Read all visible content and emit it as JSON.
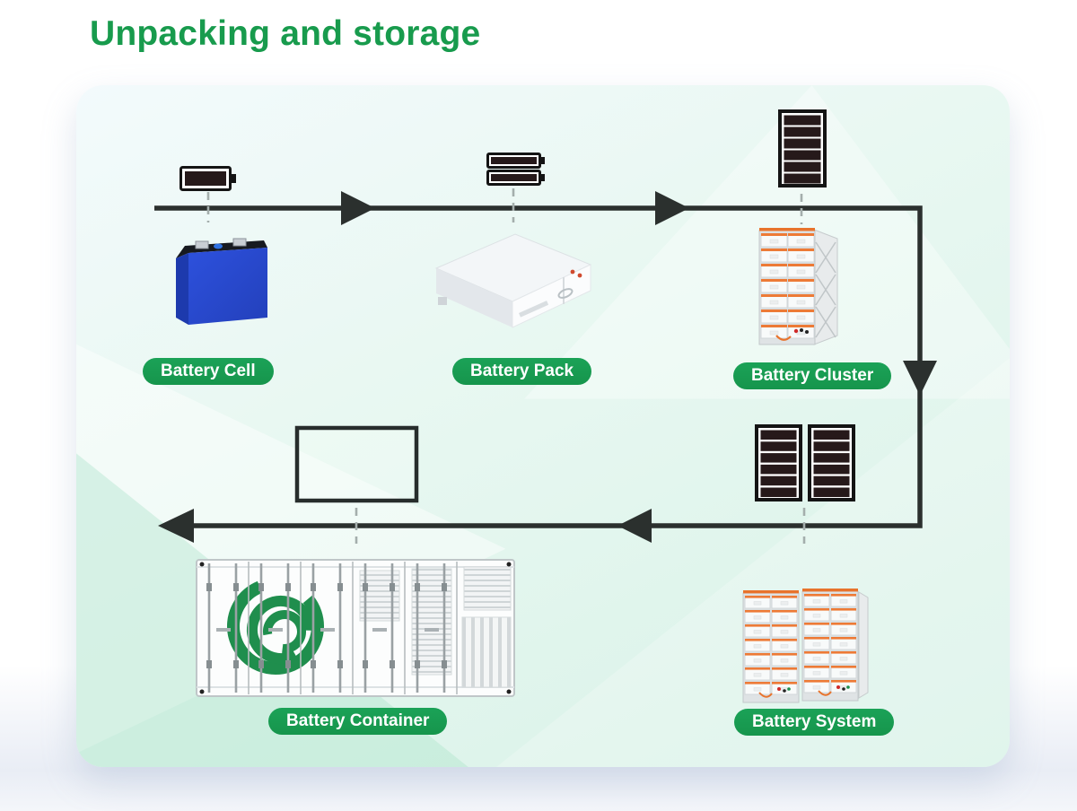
{
  "title": {
    "text": "Unpacking and storage",
    "color": "#189b4d"
  },
  "colors": {
    "pill_green": "#18994f",
    "flow_line": "#2b302e",
    "battery_icon_fill": "#26191a",
    "cell_blue": "#2a4cd6",
    "rack_accent_orange": "#ed7a36",
    "container_logo_green": "#1f8e4d",
    "card_mint": "#d8f2e7"
  },
  "nodes": {
    "cell": {
      "label": "Battery Cell",
      "icon": "battery-single-icon"
    },
    "pack": {
      "label": "Battery Pack",
      "icon": "battery-double-icon"
    },
    "cluster": {
      "label": "Battery Cluster",
      "icon": "battery-stack-icon"
    },
    "system": {
      "label": "Battery System",
      "icon": "battery-double-stack-icon"
    },
    "container": {
      "label": "Battery Container",
      "icon": "placeholder-box"
    },
    "placeholder": {
      "label": ""
    }
  },
  "flow": {
    "sequence": [
      "Battery Cell",
      "Battery Pack",
      "Battery Cluster",
      "Battery System",
      "Battery Container"
    ],
    "direction": "left-to-right on top row, down at right edge, right-to-left on bottom row"
  }
}
